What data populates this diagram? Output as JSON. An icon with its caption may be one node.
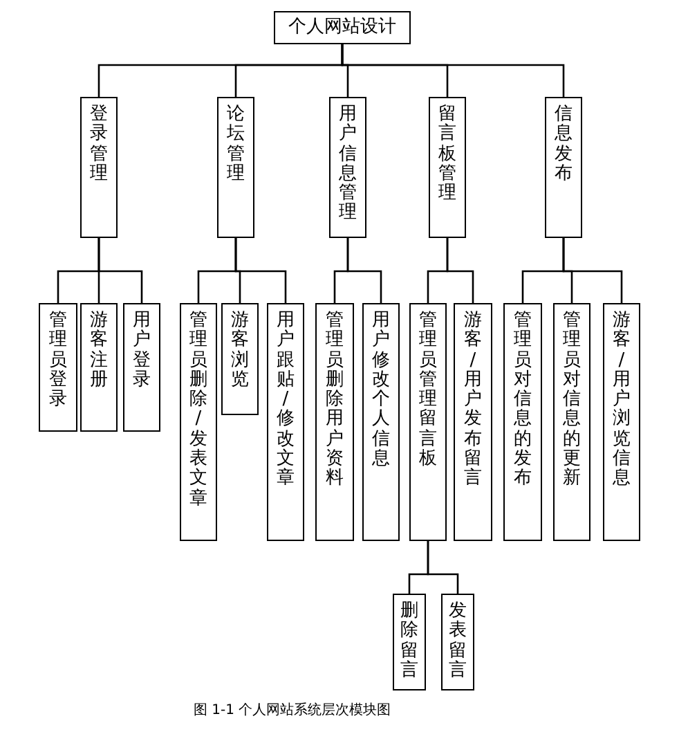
{
  "diagram": {
    "caption": "图 1-1 个人网站系统层次模块图",
    "nodes": [
      {
        "text": [
          "个人网站设计"
        ]
      },
      {
        "text": [
          "登录管理"
        ]
      },
      {
        "text": [
          "论坛管理"
        ]
      },
      {
        "text": [
          "用户信息管理"
        ]
      },
      {
        "text": [
          "留言板管理"
        ]
      },
      {
        "text": [
          "信息发布"
        ]
      },
      {
        "text": [
          "管理员登录"
        ]
      },
      {
        "text": [
          "游客注册"
        ]
      },
      {
        "text": [
          "用户登录"
        ]
      },
      {
        "text": [
          "管理员删除/发表文章"
        ]
      },
      {
        "text": [
          "游客浏览"
        ]
      },
      {
        "text": [
          "用户跟贴/修改文章"
        ]
      },
      {
        "text": [
          "管理员删除用户资料"
        ]
      },
      {
        "text": [
          "用户修改个人信息"
        ]
      },
      {
        "text": [
          "管理员管理留言板"
        ]
      },
      {
        "text": [
          "游客/用户发布留言"
        ]
      },
      {
        "text": [
          "管理员对信息的发布"
        ]
      },
      {
        "text": [
          "管理员对信息的更新"
        ]
      },
      {
        "text": [
          "游客/用户浏览信息"
        ]
      },
      {
        "text": [
          "删除留言"
        ]
      },
      {
        "text": [
          "发表留言"
        ]
      }
    ],
    "edges": [
      {
        "from": 0,
        "to": 1,
        "arrow": "none"
      },
      {
        "from": 0,
        "to": 2,
        "arrow": "none"
      },
      {
        "from": 0,
        "to": 3,
        "arrow": "none"
      },
      {
        "from": 0,
        "to": 4,
        "arrow": "none"
      },
      {
        "from": 0,
        "to": 5,
        "arrow": "none"
      },
      {
        "from": 1,
        "to": 6,
        "arrow": "none"
      },
      {
        "from": 1,
        "to": 7,
        "arrow": "none"
      },
      {
        "from": 1,
        "to": 8,
        "arrow": "none"
      },
      {
        "from": 2,
        "to": 9,
        "arrow": "none"
      },
      {
        "from": 2,
        "to": 10,
        "arrow": "none"
      },
      {
        "from": 2,
        "to": 11,
        "arrow": "none"
      },
      {
        "from": 3,
        "to": 12,
        "arrow": "none"
      },
      {
        "from": 3,
        "to": 13,
        "arrow": "none"
      },
      {
        "from": 4,
        "to": 14,
        "arrow": "none"
      },
      {
        "from": 4,
        "to": 15,
        "arrow": "none"
      },
      {
        "from": 5,
        "to": 16,
        "arrow": "none"
      },
      {
        "from": 5,
        "to": 17,
        "arrow": "none"
      },
      {
        "from": 5,
        "to": 18,
        "arrow": "none"
      },
      {
        "from": 14,
        "to": 19,
        "arrow": "none"
      },
      {
        "from": 14,
        "to": 20,
        "arrow": "none"
      }
    ]
  }
}
